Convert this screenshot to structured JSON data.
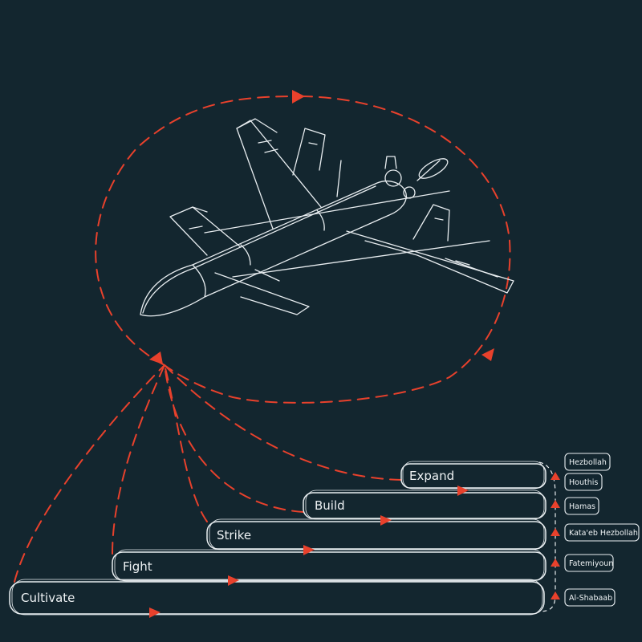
{
  "colors": {
    "background": "#13262f",
    "line": "#e8edf0",
    "accent": "#e8412c"
  },
  "illustration": "drone-sketch",
  "steps": [
    "Cultivate",
    "Fight",
    "Strike",
    "Build",
    "Expand"
  ],
  "groups": [
    "Hezbollah",
    "Houthis",
    "Hamas",
    "Kata'eb Hezbollah",
    "Fatemiyoun",
    "Al-Shabaab"
  ]
}
